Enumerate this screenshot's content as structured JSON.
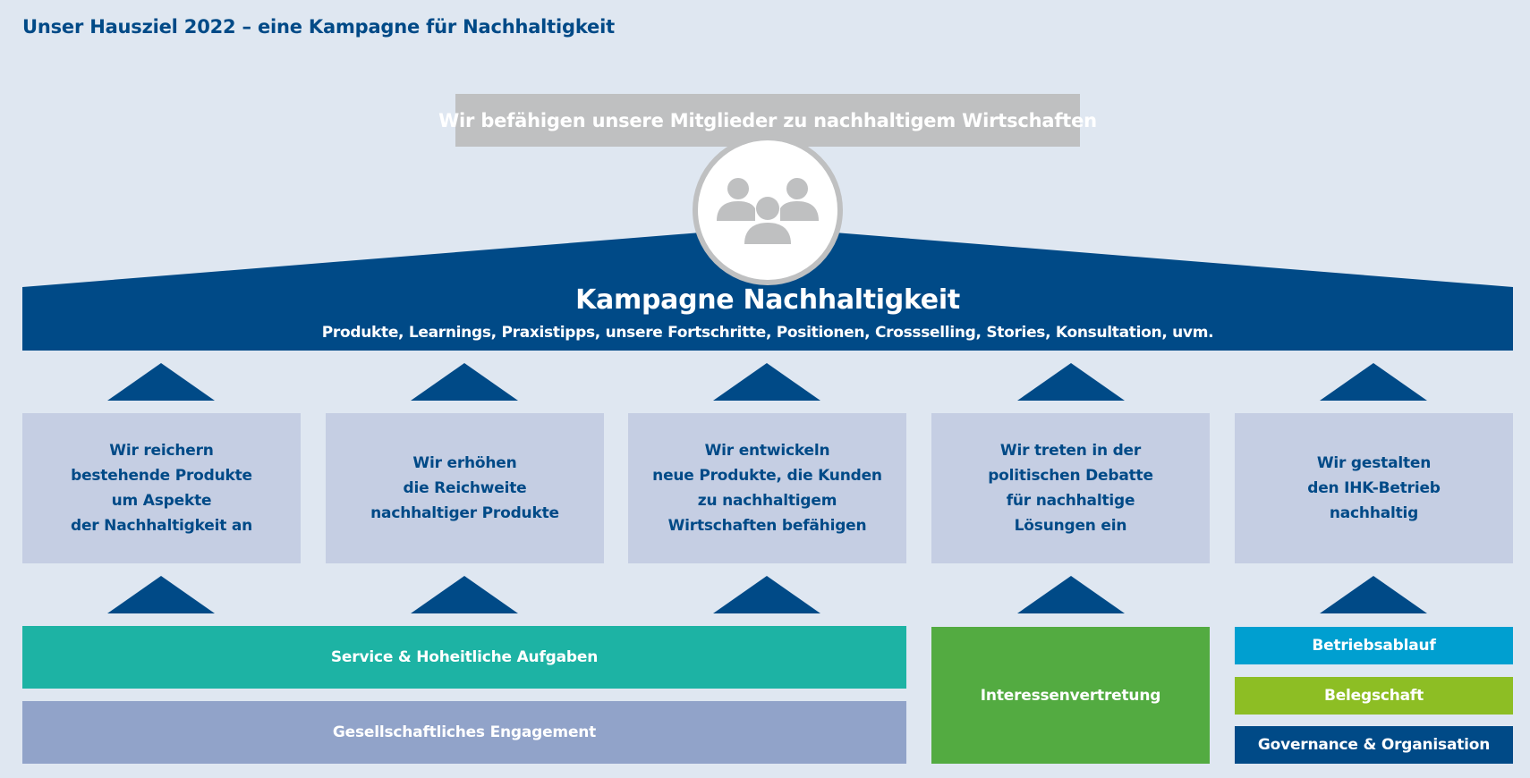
{
  "page_title": "Unser Hausziel 2022 – eine Kampagne für Nachhaltigkeit",
  "goal_banner": "Wir befähigen unsere Mitglieder zu nachhaltigem Wirtschaften",
  "campaign": {
    "title": "Kampagne Nachhaltigkeit",
    "subtitle": "Produkte, Learnings, Praxistipps, unsere Fortschritte, Positionen, Crossselling, Stories, Konsultation, uvm."
  },
  "goals": [
    {
      "lines": [
        "Wir reichern",
        "bestehende Produkte",
        "um Aspekte",
        "der Nachhaltigkeit an"
      ]
    },
    {
      "lines": [
        "Wir erhöhen",
        "die Reichweite",
        "nachhaltiger Produkte"
      ]
    },
    {
      "lines": [
        "Wir entwickeln",
        "neue Produkte, die Kunden",
        "zu nachhaltigem",
        "Wirtschaften befähigen"
      ]
    },
    {
      "lines": [
        "Wir treten in der",
        "politischen Debatte",
        "für nachhaltige",
        "Lösungen ein"
      ]
    },
    {
      "lines": [
        "Wir gestalten",
        "den IHK-Betrieb",
        "nachhaltig"
      ]
    }
  ],
  "foundations": {
    "service": "Service & Hoheitliche Aufgaben",
    "society": "Gesellschaftliches Engagement",
    "advocacy": "Interessenvertretung",
    "operations": "Betriebsablauf",
    "staff": "Belegschaft",
    "governance": "Governance & Organisation"
  },
  "colors": {
    "navy": "#004a87",
    "teal": "#1db3a4",
    "lavender": "#91a3c9",
    "green": "#53ab41",
    "cyan": "#009fd0",
    "lime": "#8dbe24",
    "grey": "#bfc0c1",
    "box": "#c5cee3"
  },
  "icons": [
    "people-group-icon"
  ]
}
